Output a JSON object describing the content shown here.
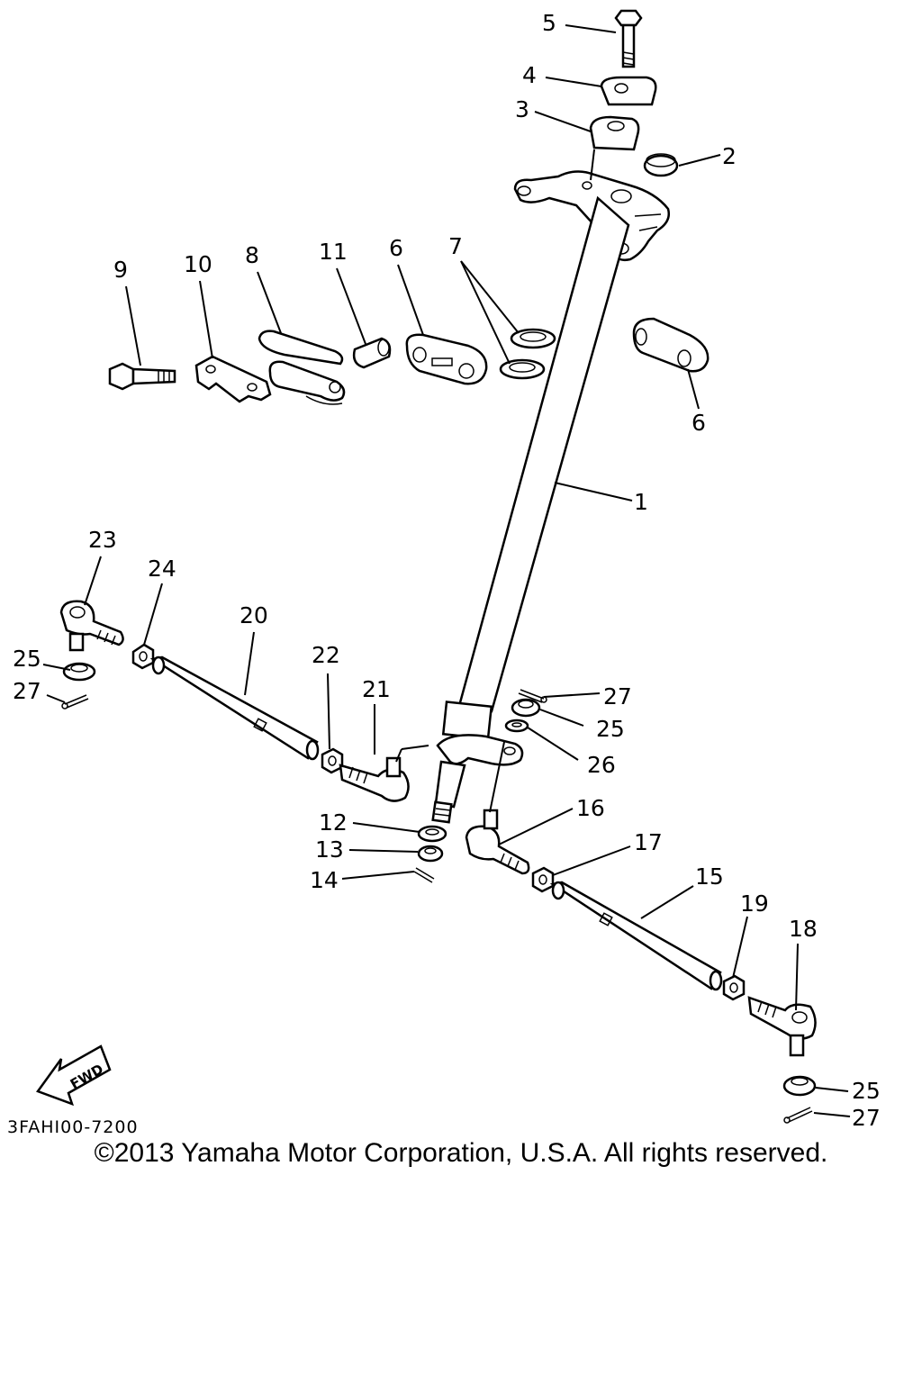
{
  "diagram": {
    "drawing_code": "3FAHI00-7200",
    "fwd_label": "FWD",
    "copyright": "©2013 Yamaha Motor Corporation, U.S.A. All rights reserved.",
    "callouts": {
      "c1": "1",
      "c2": "2",
      "c3": "3",
      "c4": "4",
      "c5": "5",
      "c6a": "6",
      "c6b": "6",
      "c7": "7",
      "c8": "8",
      "c9": "9",
      "c10": "10",
      "c11": "11",
      "c12": "12",
      "c13": "13",
      "c14": "14",
      "c15": "15",
      "c16": "16",
      "c17": "17",
      "c18": "18",
      "c19": "19",
      "c20": "20",
      "c21": "21",
      "c22": "22",
      "c23": "23",
      "c24": "24",
      "c25a": "25",
      "c25b": "25",
      "c25c": "25",
      "c26": "26",
      "c27a": "27",
      "c27b": "27",
      "c27c": "27"
    }
  }
}
